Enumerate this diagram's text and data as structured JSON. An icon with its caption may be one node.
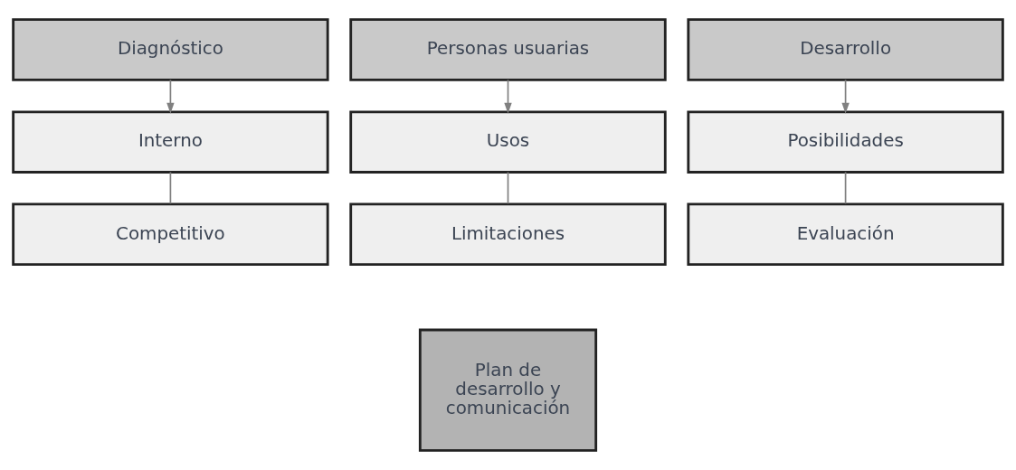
{
  "diagram": {
    "nodes": [
      {
        "text": [
          "Diagnóstico"
        ]
      },
      {
        "text": [
          "Interno"
        ]
      },
      {
        "text": [
          "Competitivo"
        ]
      },
      {
        "text": [
          "Personas usuarias"
        ]
      },
      {
        "text": [
          "Usos"
        ]
      },
      {
        "text": [
          "Limitaciones"
        ]
      },
      {
        "text": [
          "Desarrollo"
        ]
      },
      {
        "text": [
          "Posibilidades"
        ]
      },
      {
        "text": [
          "Evaluación"
        ]
      },
      {
        "text": [
          "Plan de desarrollo y comunicación"
        ]
      }
    ],
    "edges": [
      {
        "from": 0,
        "to": 1,
        "arrow": "to"
      },
      {
        "from": 1,
        "to": 2,
        "arrow": "none"
      },
      {
        "from": 3,
        "to": 4,
        "arrow": "to"
      },
      {
        "from": 4,
        "to": 5,
        "arrow": "none"
      },
      {
        "from": 6,
        "to": 7,
        "arrow": "to"
      },
      {
        "from": 7,
        "to": 8,
        "arrow": "none"
      }
    ]
  }
}
